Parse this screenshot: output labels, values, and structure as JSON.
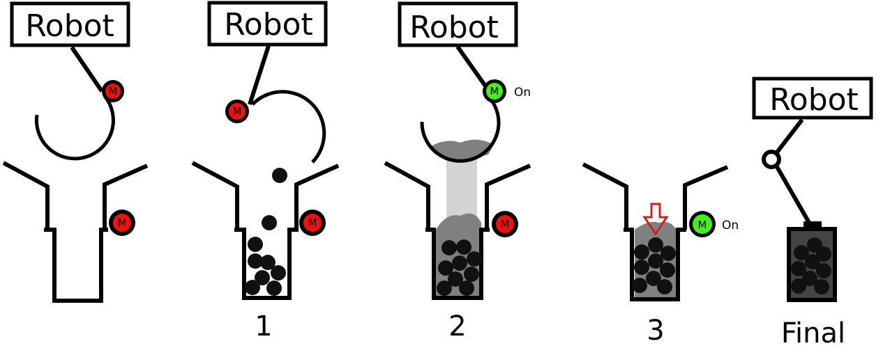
{
  "robot_label": "Robot",
  "motor_label": "M",
  "on_label": "On",
  "stage_labels": [
    "1",
    "2",
    "3",
    "Final"
  ],
  "colors": {
    "motor_off": "#ee1111",
    "motor_on": "#44ee22",
    "powder": "#808080",
    "compressed": "#444444",
    "arrow": "#cc2222"
  },
  "panels": [
    {
      "name": "initial",
      "robot": "Robot",
      "scoop_motor": "off",
      "chute_motor": "off",
      "label": ""
    },
    {
      "name": "stage-1",
      "robot": "Robot",
      "scoop_motor": "off",
      "chute_motor": "off",
      "label": "1"
    },
    {
      "name": "stage-2",
      "robot": "Robot",
      "scoop_motor": "on",
      "scoop_motor_text": "On",
      "chute_motor": "off",
      "label": "2"
    },
    {
      "name": "stage-3",
      "robot": "",
      "chute_motor": "on",
      "chute_motor_text": "On",
      "label": "3"
    },
    {
      "name": "final",
      "robot": "Robot",
      "label": "Final"
    }
  ]
}
